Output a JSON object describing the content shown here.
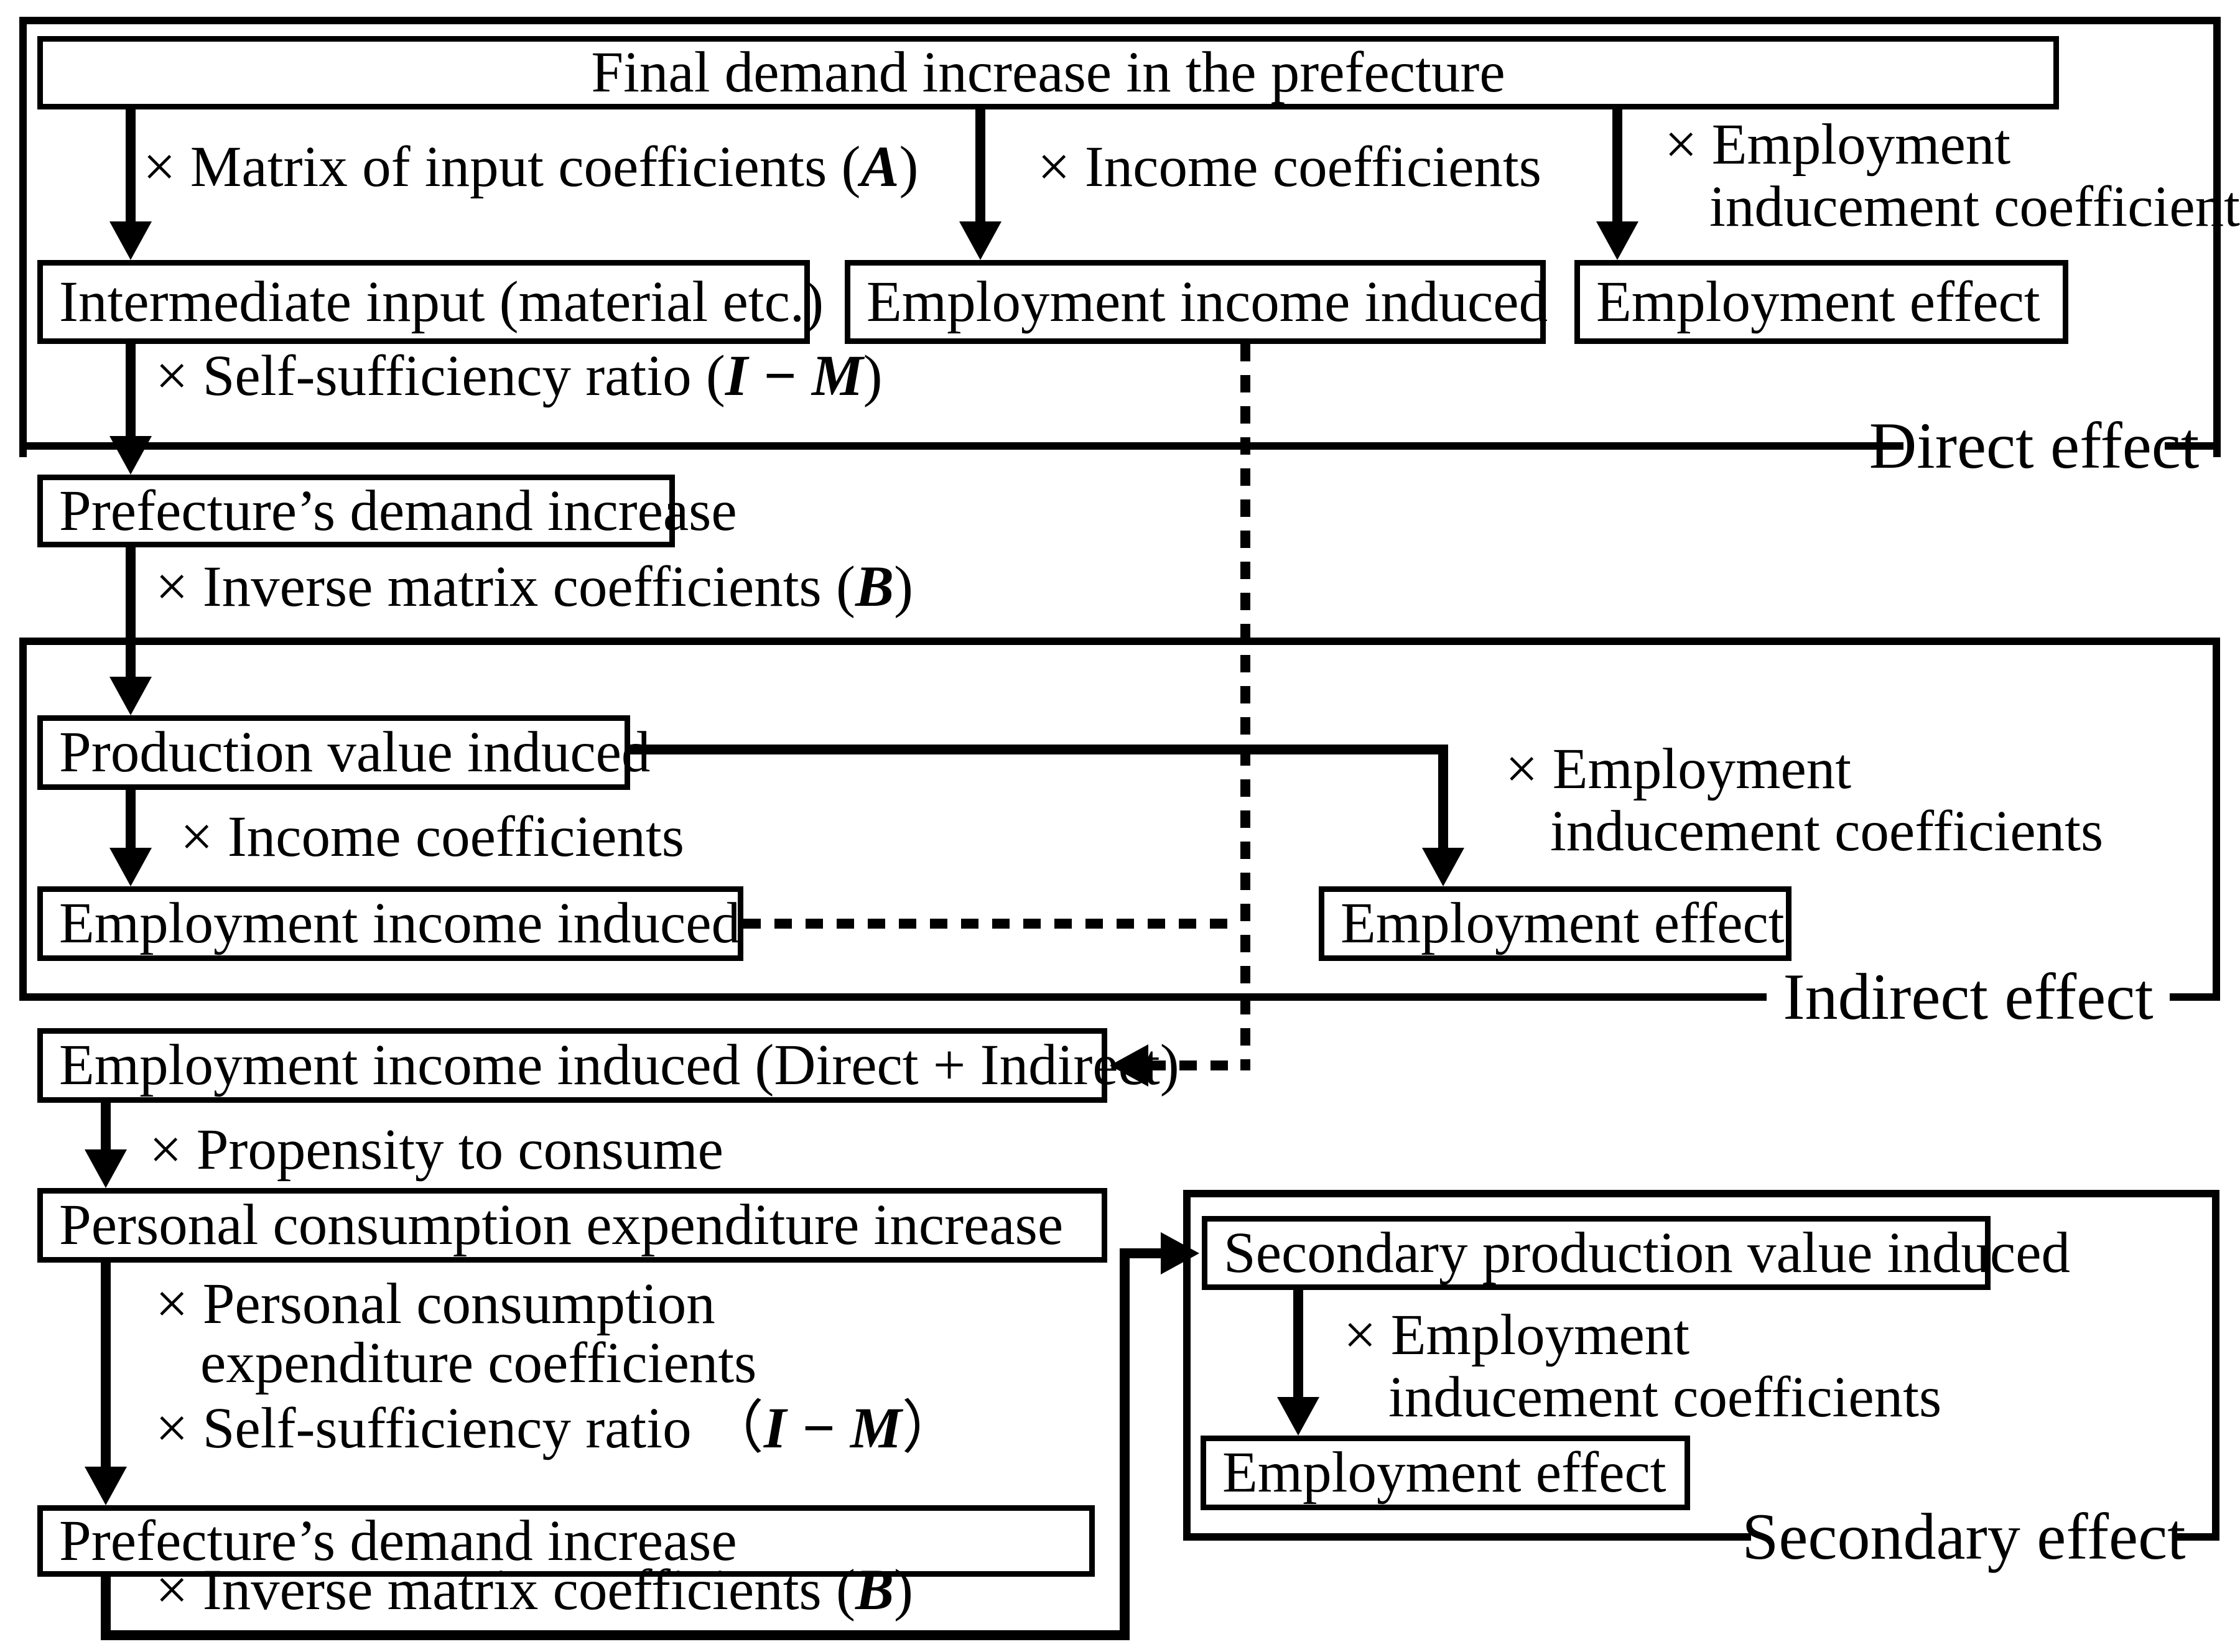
{
  "colors": {
    "background": "#ffffff",
    "line": "#000000"
  },
  "sections": {
    "direct": "Direct effect",
    "indirect": "Indirect effect",
    "secondary": "Secondary effect"
  },
  "boxes": {
    "final_demand": "Final demand increase in the prefecture",
    "intermediate_input": "Intermediate input (material etc.)",
    "employment_income_direct": "Employment income induced",
    "employment_effect_direct": "Employment effect",
    "prefecture_demand_1": "Prefecture’s demand increase",
    "production_value": "Production value induced",
    "employment_income_indirect": "Employment income induced",
    "employment_effect_indirect": "Employment effect",
    "employment_income_total": "Employment income induced (Direct + Indirect)",
    "personal_consumption": "Personal consumption  expenditure increase",
    "prefecture_demand_2": "Prefecture’s demand increase",
    "secondary_production": "Secondary production value induced",
    "employment_effect_secondary": "Employment effect"
  },
  "labels": {
    "matrix": {
      "pre": "× Matrix of input coefficients (",
      "var": "A",
      "post": ")"
    },
    "income_direct": "× Income coefficients",
    "employment_direct": {
      "line1": "× Employment",
      "line2": "inducement coefficients"
    },
    "self_sufficiency_1": {
      "pre": "× Self-sufficiency ratio (",
      "var": "I − M",
      "post": ")"
    },
    "inverse_matrix_1": {
      "pre": "× Inverse matrix coefficients (",
      "var": "B",
      "post": ")"
    },
    "income_indirect": "× Income coefficients",
    "employment_indirect": {
      "line1": "× Employment",
      "line2": "inducement coefficients"
    },
    "propensity": "× Propensity to consume",
    "personal_consumption": {
      "line1": "× Personal consumption",
      "line2": "expenditure coefficients"
    },
    "self_sufficiency_2": {
      "pre": "× Self-sufficiency ratio （",
      "var": "I − M",
      "post": "）"
    },
    "inverse_matrix_2": {
      "pre": "× Inverse matrix coefficients (",
      "var": "B",
      "post": ")"
    },
    "employment_secondary": {
      "line1": "× Employment",
      "line2": "inducement coefficients"
    }
  }
}
